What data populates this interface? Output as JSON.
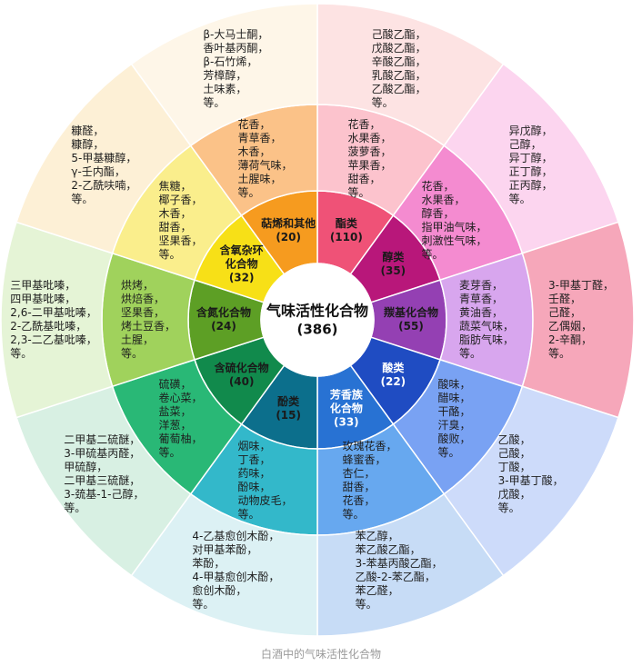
{
  "diagram": {
    "center": {
      "title": "气味活性化合物",
      "count": "(386)"
    },
    "segments": [
      {
        "category_lines": [
          "酯类"
        ],
        "count": "(110)",
        "aromas": [
          "花香，",
          "水果香，",
          "菠萝香，",
          "苹果香，",
          "甜香，",
          "等。"
        ],
        "compounds": [
          "己酸乙酯，",
          "戊酸乙酯，",
          "辛酸乙酯，",
          "乳酸乙酯，",
          "乙酸乙酯，",
          "等。"
        ],
        "colors": {
          "category": "#ef5277",
          "aroma": "#fcc3cd",
          "compound": "#fde3e3",
          "label": "#1a1a1a"
        }
      },
      {
        "category_lines": [
          "醇类"
        ],
        "count": "(35)",
        "aromas": [
          "花香，",
          "水果香，",
          "醇香，",
          "指甲油气味，",
          "刺激性气味，",
          "等。"
        ],
        "compounds": [
          "异戊醇，",
          "己醇，",
          "异丁醇，",
          "正丁醇，",
          "正丙醇，",
          "等。"
        ],
        "colors": {
          "category": "#b8177a",
          "aroma": "#f48bd0",
          "compound": "#fcd5ef",
          "label": "#1a1a1a"
        }
      },
      {
        "category_lines": [
          "羰基化合物"
        ],
        "count": "(55)",
        "aromas": [
          "麦芽香，",
          "青草香，",
          "黄油香，",
          "蔬菜气味，",
          "脂肪气味，",
          "等。"
        ],
        "compounds": [
          "3-甲基丁醛，",
          "壬醛，",
          "己醛，",
          "乙偶姻，",
          "2-辛酮，",
          "等。"
        ],
        "colors": {
          "category": "#9440b3",
          "aroma": "#d8a6ee",
          "compound": "#f6a7ba",
          "label": "#1a1a1a"
        }
      },
      {
        "category_lines": [
          "酸类"
        ],
        "count": "(22)",
        "aromas": [
          "酸味，",
          "醋味，",
          "干酪，",
          "汗臭，",
          "酸败，",
          "等。"
        ],
        "compounds": [
          "乙酸，",
          "己酸，",
          "丁酸，",
          "3-甲基丁酸，",
          "戊酸，",
          "等。"
        ],
        "colors": {
          "category": "#1f4cc2",
          "aroma": "#79a2f3",
          "compound": "#cddbfa",
          "label": "#ffffff"
        }
      },
      {
        "category_lines": [
          "芳香族",
          "化合物"
        ],
        "count": "(33)",
        "aromas": [
          "玫瑰花香，",
          "蜂蜜香，",
          "杏仁，",
          "甜香，",
          "花香，",
          "等。"
        ],
        "compounds": [
          "苯乙醇，",
          "苯乙酸乙酯，",
          "3-苯基丙酸乙酯，",
          "乙酸-2-苯乙酯，",
          "苯乙醛，",
          "等。"
        ],
        "colors": {
          "category": "#2872d3",
          "aroma": "#67a8ef",
          "compound": "#c7dcf6",
          "label": "#ffffff"
        }
      },
      {
        "category_lines": [
          "酚类"
        ],
        "count": "(15)",
        "aromas": [
          "烟味，",
          "丁香，",
          "药味，",
          "酚味，",
          "动物皮毛，",
          "等。"
        ],
        "compounds": [
          "4-乙基愈创木酚，",
          "对甲基苯酚，",
          "苯酚，",
          "4-甲基愈创木酚，",
          "愈创木酚，",
          "等。"
        ],
        "colors": {
          "category": "#0c6f8c",
          "aroma": "#33b8ca",
          "compound": "#dcf1f4",
          "label": "#1a1a1a"
        }
      },
      {
        "category_lines": [
          "含硫化合物"
        ],
        "count": "(40)",
        "aromas": [
          "硫磺，",
          "卷心菜，",
          "盐菜，",
          "洋葱，",
          "葡萄柚，",
          "等。"
        ],
        "compounds": [
          "二甲基二硫醚，",
          "3-甲硫基丙醛，",
          "甲硫醇，",
          "二甲基三硫醚，",
          "3-巯基-1-己醇，",
          "等。"
        ],
        "colors": {
          "category": "#118a4c",
          "aroma": "#29b876",
          "compound": "#d8f0e3",
          "label": "#1a1a1a"
        }
      },
      {
        "category_lines": [
          "含氮化合物"
        ],
        "count": "(24)",
        "aromas": [
          "烘烤，",
          "烘焙香，",
          "坚果香，",
          "烤土豆香，",
          "土腥，",
          "等。"
        ],
        "compounds": [
          "三甲基吡嗪，",
          "四甲基吡嗪，",
          "2,6-二甲基吡嗪，",
          "2-乙酰基吡嗪，",
          "2,3-二乙基吡嗪，",
          "等。"
        ],
        "colors": {
          "category": "#5d9f25",
          "aroma": "#a0d25c",
          "compound": "#e5f4d6",
          "label": "#1a1a1a"
        }
      },
      {
        "category_lines": [
          "含氧杂环",
          "化合物"
        ],
        "count": "(32)",
        "aromas": [
          "焦糖，",
          "椰子香，",
          "木香，",
          "甜香，",
          "坚果香，",
          "等。"
        ],
        "compounds": [
          "糠醛，",
          "糠醇，",
          "5-甲基糠醇，",
          "γ-壬内酯，",
          "2-乙酰呋喃，",
          "等。"
        ],
        "colors": {
          "category": "#f7e017",
          "aroma": "#faee8c",
          "compound": "#fdf0d6",
          "label": "#1a1a1a"
        }
      },
      {
        "category_lines": [
          "萜烯和其他"
        ],
        "count": "(20)",
        "aromas": [
          "花香，",
          "青草香，",
          "木香，",
          "薄荷气味，",
          "土腥味，",
          "等。"
        ],
        "compounds": [
          "β-大马士酮，",
          "香叶基丙酮，",
          "β-石竹烯，",
          "芳樟醇，",
          "土味素，",
          "等。"
        ],
        "colors": {
          "category": "#f69b1f",
          "aroma": "#fbc288",
          "compound": "#fef6e8",
          "label": "#1a1a1a"
        }
      }
    ]
  },
  "caption": "白酒中的气味活性化合物"
}
